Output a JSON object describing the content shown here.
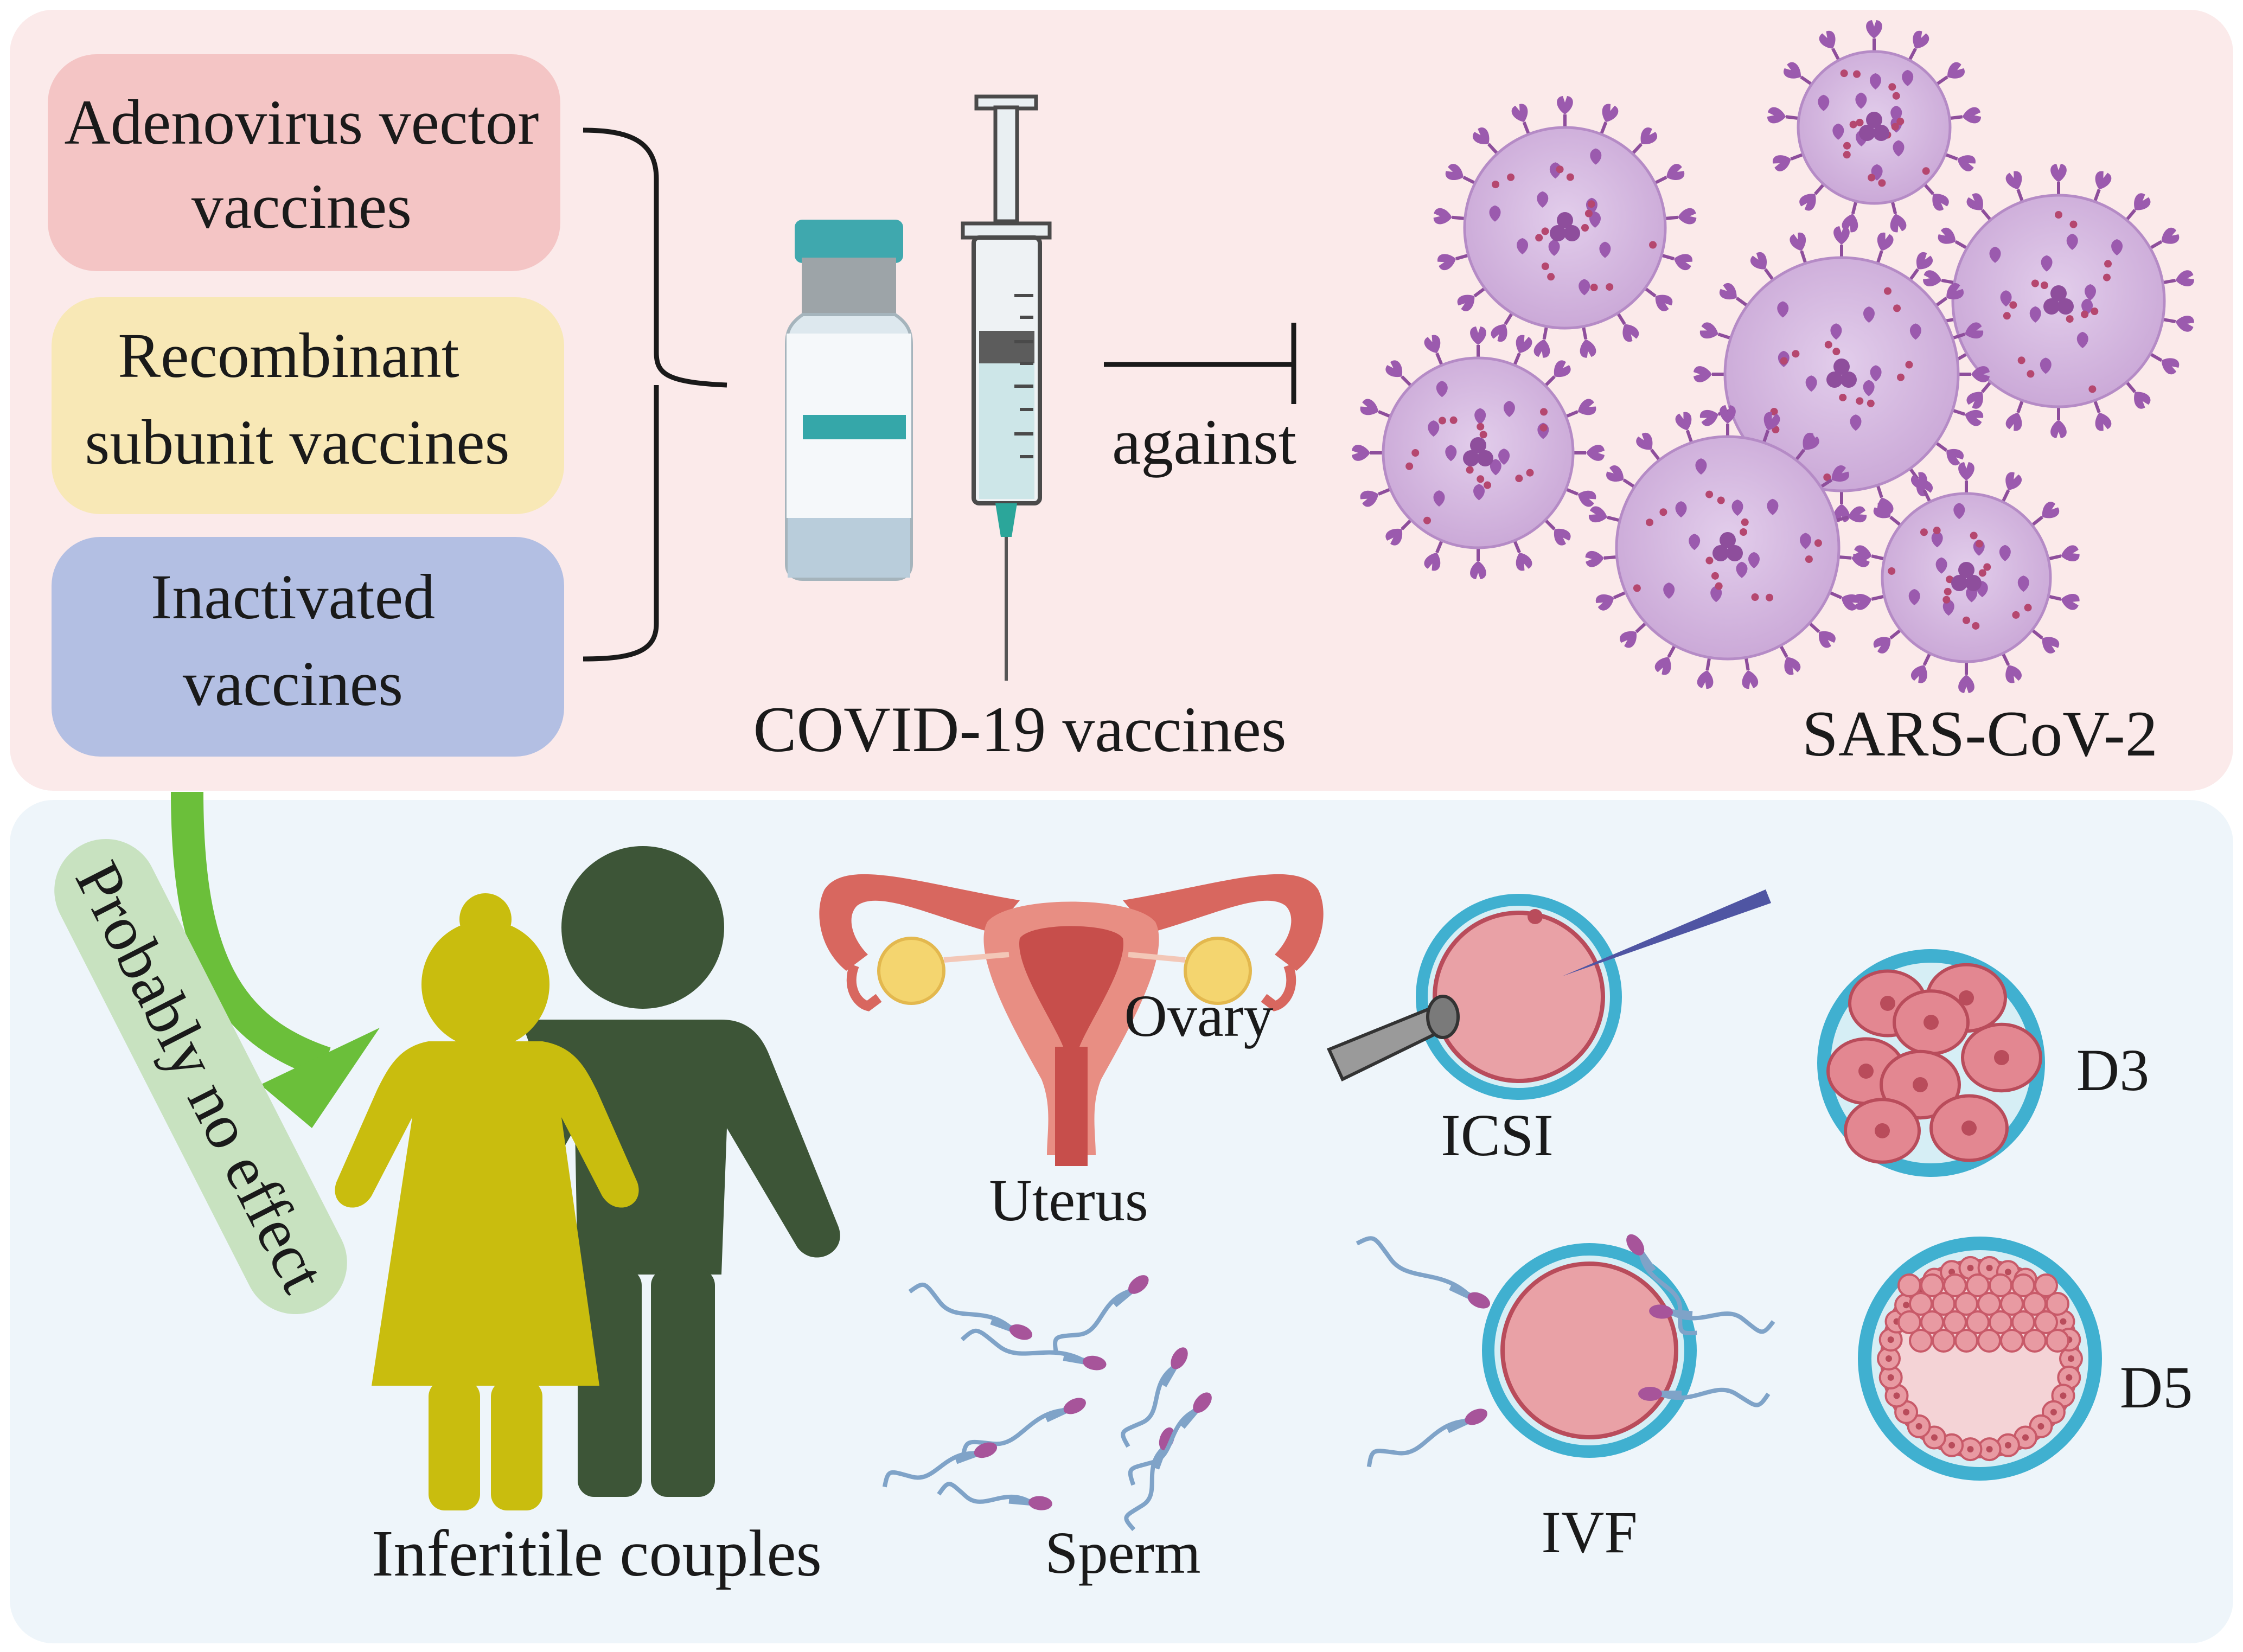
{
  "panels": {
    "top": {
      "vaccine_types": [
        {
          "line1": "Adenovirus vector",
          "line2": "vaccines",
          "color": "#F4C5C5"
        },
        {
          "line1": "Recombinant",
          "line2": "subunit vaccines",
          "color": "#F8E8B6"
        },
        {
          "line1": "Inactivated",
          "line2": "vaccines",
          "color": "#B3BFE3"
        }
      ],
      "vaccines_label": "COVID-19 vaccines",
      "against_label": "against",
      "virus_label": "SARS-CoV-2",
      "background": "#FBEAEA"
    },
    "bottom": {
      "effect_label": "Probably no effect",
      "couples_label": "Inferitile couples",
      "ovary_label": "Ovary",
      "uterus_label": "Uterus",
      "sperm_label": "Sperm",
      "icsi_label": "ICSI",
      "ivf_label": "IVF",
      "d3_label": "D3",
      "d5_label": "D5",
      "background": "#EEF5FA"
    }
  },
  "colors": {
    "woman": "#C9BD0E",
    "man": "#3D5537",
    "arrow": "#6BBF3A",
    "virus": "#C9A6D6",
    "virus_spike": "#8E4E9C",
    "uterus": "#D8675F",
    "egg": "#E9A1A6",
    "zona": "#40B0D0"
  }
}
